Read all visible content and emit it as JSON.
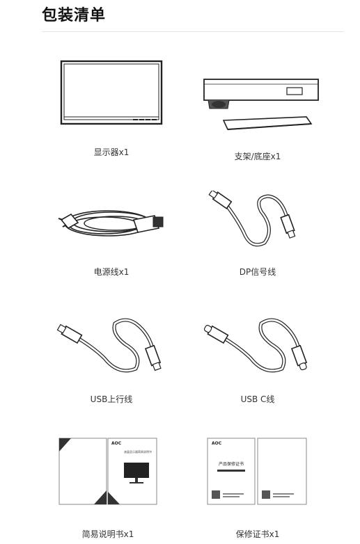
{
  "page": {
    "title": "包装清单"
  },
  "items": [
    {
      "label": "显示器x1",
      "icon": "monitor-icon"
    },
    {
      "label": "支架/底座x1",
      "icon": "stand-base-icon"
    },
    {
      "label": "电源线x1",
      "icon": "power-cable-icon"
    },
    {
      "label": "DP信号线",
      "icon": "dp-cable-icon"
    },
    {
      "label": "USB上行线",
      "icon": "usb-upstream-cable-icon"
    },
    {
      "label": "USB C线",
      "icon": "usb-c-cable-icon"
    },
    {
      "label": "简易说明书x1",
      "icon": "quick-guide-icon"
    },
    {
      "label": "保修证书x1",
      "icon": "warranty-card-icon"
    }
  ],
  "guide": {
    "brand": "AOC",
    "heading": "液晶显示器简易说明书"
  },
  "warranty": {
    "brand": "AOC",
    "heading": "产品保修证书"
  }
}
